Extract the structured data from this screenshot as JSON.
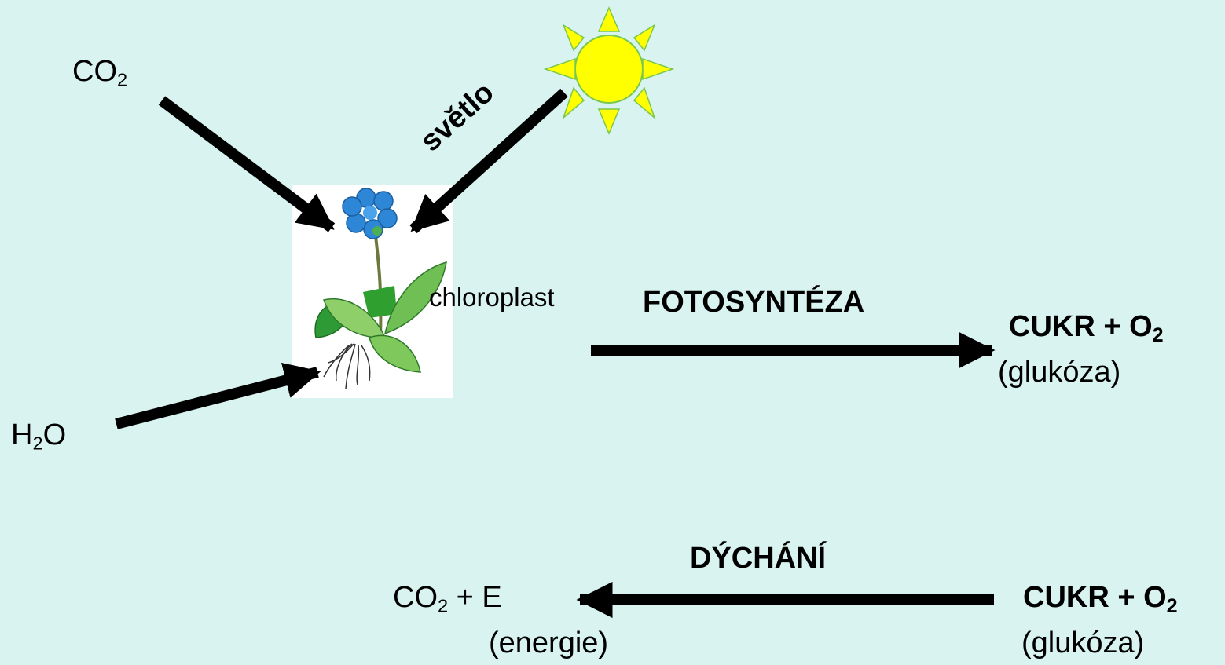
{
  "colors": {
    "background": "#d9f4f0",
    "arrow": "#000000",
    "sun_fill": "#ffff00",
    "sun_stroke": "#7ac74f",
    "petal": "#2e86d6",
    "leaf": "#4cae4c"
  },
  "icons": [
    "sun-icon",
    "plant-icon"
  ],
  "labels": {
    "co2_top": {
      "base": "CO",
      "sub": "2"
    },
    "h2o": {
      "pre": "H",
      "sub": "2",
      "post": "O"
    },
    "light": "světlo",
    "chloroplast": "chloroplast",
    "photosynthesis": "FOTOSYNTÉZA",
    "product_top": {
      "base": "CUKR + O",
      "sub": "2"
    },
    "product_top_note": "(glukóza)",
    "respiration": "DÝCHÁNÍ",
    "reactant_bottom": {
      "base": "CUKR + O",
      "sub": "2"
    },
    "reactant_bottom_note": "(glukóza)",
    "output_bottom": {
      "base": "CO",
      "sub": "2",
      "post": " + E"
    },
    "output_bottom_note": "(energie)"
  }
}
